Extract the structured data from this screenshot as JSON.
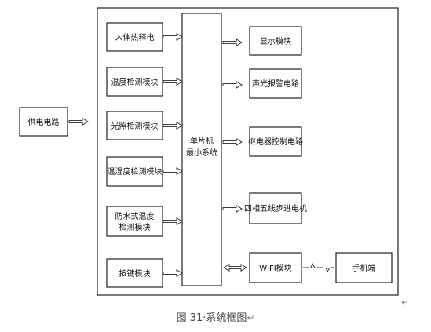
{
  "diagram": {
    "blocks": {
      "power": "供电电路",
      "human_sensor": "人体热释电",
      "temperature": "温度检测模块",
      "light": "光照检测模块",
      "humidity": "温湿度检测模块",
      "waterproof_line1": "防水式温度",
      "waterproof_line2": "检测模块",
      "key": "按键模块",
      "mcu_line1": "单片机",
      "mcu_line2": "最小系统",
      "display": "显示模块",
      "alarm": "声光报警电路",
      "relay": "继电器控制电路",
      "stepper": "四相五线步进电机",
      "wifi": "WIFI模块",
      "phone": "手机端"
    }
  },
  "caption": {
    "text": "图 31·系统框图",
    "mark": "↵"
  },
  "return_mark": "↵"
}
